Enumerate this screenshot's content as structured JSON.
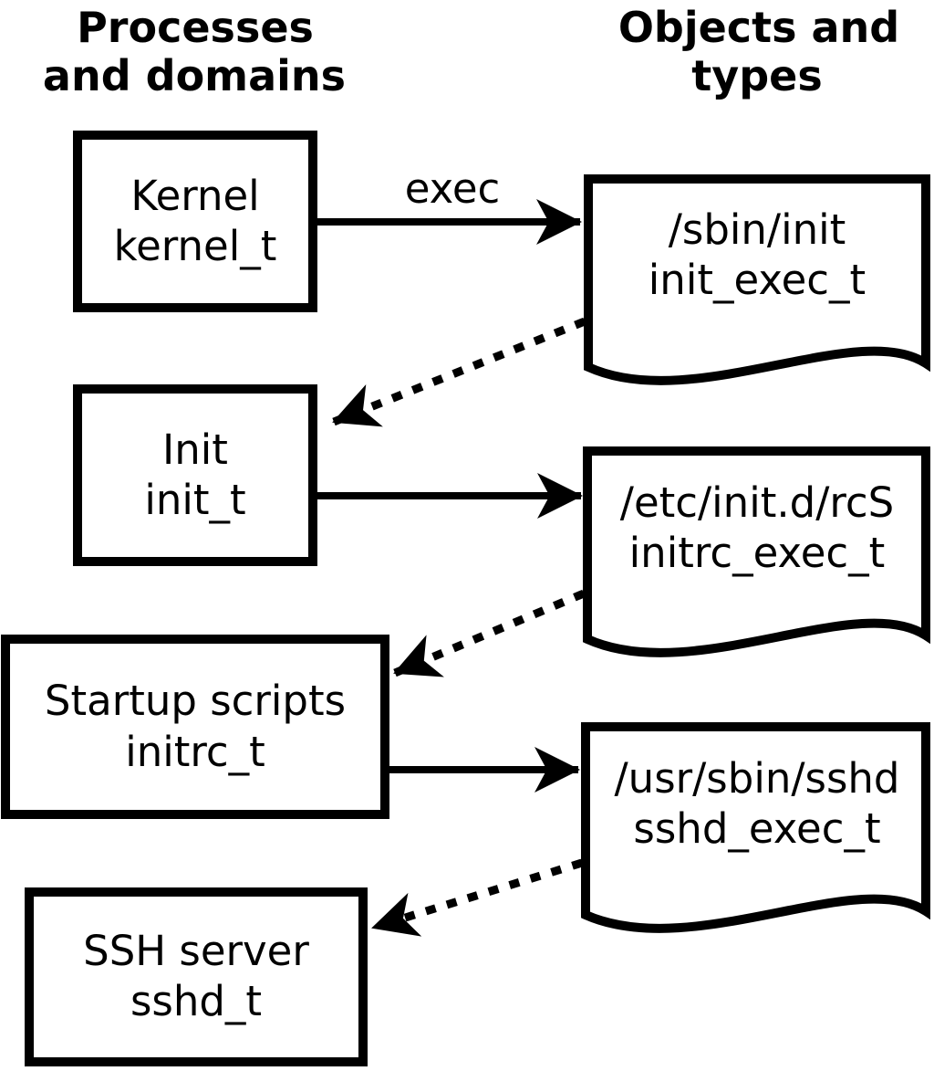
{
  "diagram": {
    "description": "SELinux process domain transition diagram",
    "colors": {
      "foreground": "#000000",
      "background": "#ffffff"
    },
    "columns": {
      "left": {
        "title_line1": "Processes",
        "title_line2": "and domains"
      },
      "right": {
        "title_line1": "Objects and",
        "title_line2": "types"
      }
    },
    "processes": [
      {
        "label": "Kernel",
        "domain": "kernel_t"
      },
      {
        "label": "Init",
        "domain": "init_t"
      },
      {
        "label": "Startup scripts",
        "domain": "initrc_t"
      },
      {
        "label": "SSH server",
        "domain": "sshd_t"
      }
    ],
    "objects": [
      {
        "path": "/sbin/init",
        "type": "init_exec_t"
      },
      {
        "path": "/etc/init.d/rcS",
        "type": "initrc_exec_t"
      },
      {
        "path": "/usr/sbin/sshd",
        "type": "sshd_exec_t"
      }
    ],
    "edges": [
      {
        "from": "Kernel kernel_t",
        "to": "/sbin/init init_exec_t",
        "style": "solid",
        "label": "exec"
      },
      {
        "from": "/sbin/init init_exec_t",
        "to": "Init init_t",
        "style": "dotted",
        "label": ""
      },
      {
        "from": "Init init_t",
        "to": "/etc/init.d/rcS initrc_exec_t",
        "style": "solid",
        "label": ""
      },
      {
        "from": "/etc/init.d/rcS initrc_exec_t",
        "to": "Startup scripts initrc_t",
        "style": "dotted",
        "label": ""
      },
      {
        "from": "Startup scripts initrc_t",
        "to": "/usr/sbin/sshd sshd_exec_t",
        "style": "solid",
        "label": ""
      },
      {
        "from": "/usr/sbin/sshd sshd_exec_t",
        "to": "SSH server sshd_t",
        "style": "dotted",
        "label": ""
      }
    ],
    "exec_label": "exec"
  }
}
